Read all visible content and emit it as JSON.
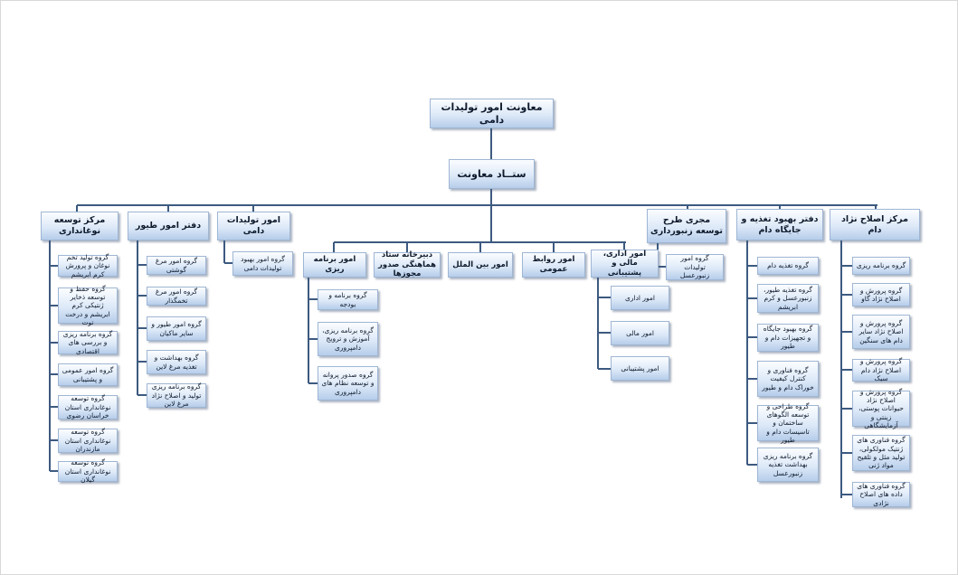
{
  "chart": {
    "root": "معاونت امور تولیدات دامی",
    "staff": "ستــاد معاونت",
    "departments": [
      {
        "title": "مرکز اصلاح نژاد دام",
        "children": [
          "گروه برنامه ریزی",
          "گروه پرورش و اصلاح نژاد گاو",
          "گروه پرورش و اصلاح نژاد سایر دام های سنگین",
          "گروه پرورش و اصلاح نژاد دام سبک",
          "گروه پرورش و اصلاح نژاد حیوانات پوستی، زینتی و آزمایشگاهی",
          "گروه فناوری های ژنتیک مولکولی، تولید مثل و تلقیح مواد ژنی",
          "گروه فناوری های داده های اصلاح نژادی"
        ]
      },
      {
        "title": "دفتر بهبود تغذیه و جایگاه دام",
        "children": [
          "گروه تغذیه دام",
          "گروه تغذیه طیور، زنبورعسل و کرم ابریشم",
          "گروه بهبود جایگاه و تجهیزات دام و طیور",
          "گروه فناوری و کنترل کیفیت خوراک دام و طیور",
          "گروه طراحی و توسعه الگوهای ساختمان و تاسیسات دام و طیور",
          "گروه برنامه ریزی بهداشت تغذیه زنبورعسل"
        ]
      },
      {
        "title": "مجری طرح توسعه زنبورداری",
        "children": [
          "گروه امور تولیدات زنبورعسل"
        ]
      },
      {
        "title": "امور اداری، مالی و پشتیبانی",
        "children": [
          "امور اداری",
          "امور مالی",
          "امور پشتیبانی"
        ]
      },
      {
        "title": "امور روابط عمومی",
        "children": []
      },
      {
        "title": "امور بین الملل",
        "children": []
      },
      {
        "title": "دبیرخانه ستاد هماهنگی صدور مجوزها",
        "children": []
      },
      {
        "title": "امور برنامه ریزی",
        "children": [
          "گروه برنامه و بودجه",
          "گروه برنامه ریزی، آموزش و ترویج دامپروری",
          "گروه صدور پروانه و توسعه نظام های دامپروری"
        ]
      },
      {
        "title": "امور تولیدات دامی",
        "children": [
          "گروه امور بهبود تولیدات دامی"
        ]
      },
      {
        "title": "دفتر امور طیور",
        "children": [
          "گروه امور مرغ گوشتی",
          "گروه امور مرغ تخمگذار",
          "گروه امور طیور و سایر ماکیان",
          "گروه بهداشت و تغذیه مرغ لاین",
          "گروه برنامه ریزی تولید و اصلاح نژاد مرغ لاین"
        ]
      },
      {
        "title": "مرکز توسعه نوغانداری",
        "children": [
          "گروه تولید تخم نوغان و پرورش کرم ابریشم",
          "گروه حفظ و توسعه ذخایر ژنتیکی کرم ابریشم و درخت توت",
          "گروه برنامه ریزی و بررسی های اقتصادی",
          "گروه امور عمومی و پشتیبانی",
          "گروه توسعه نوغانداری استان خراسان رضوی",
          "گروه توسعه نوغانداری استان مازندران",
          "گروه توسعه نوغانداری استان گیلان"
        ]
      }
    ]
  }
}
